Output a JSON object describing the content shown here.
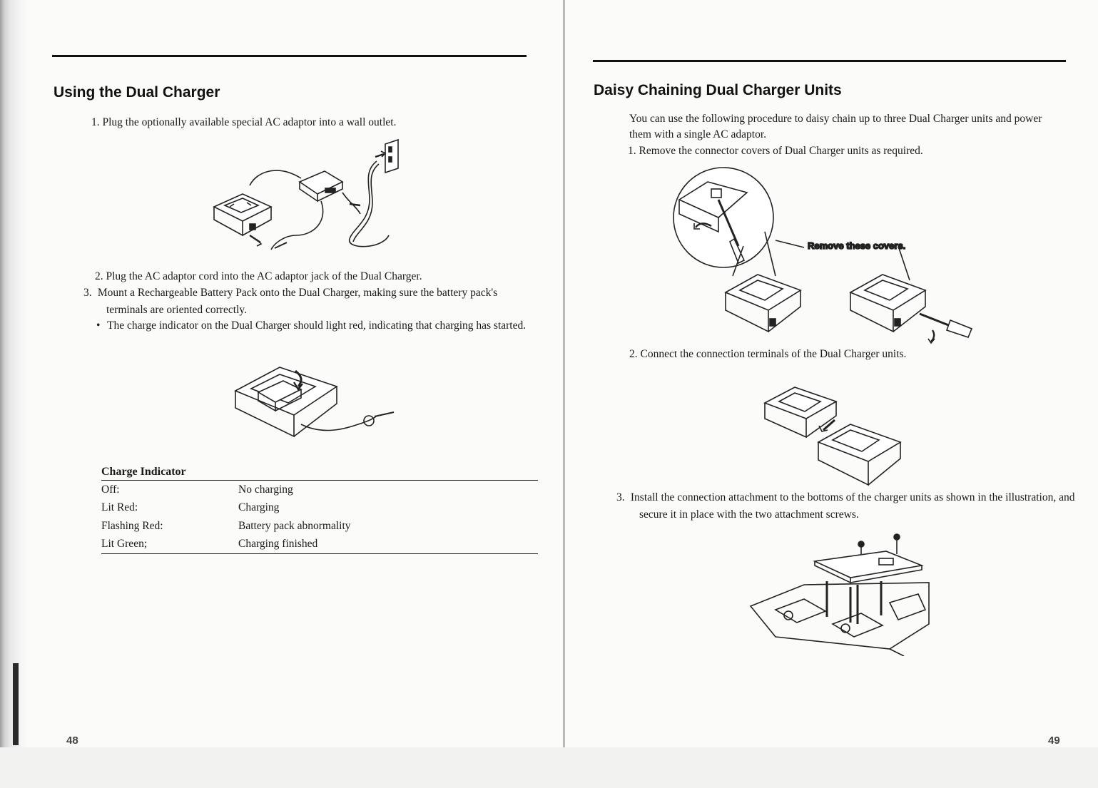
{
  "left_page": {
    "title": "Using the Dual Charger",
    "steps": [
      {
        "num": "1.",
        "text": "Plug the optionally available special AC adaptor into a wall outlet."
      },
      {
        "num": "2.",
        "text": "Plug the AC adaptor cord into the AC adaptor jack of the Dual Charger."
      },
      {
        "num": "3.",
        "text": "Mount a Rechargeable Battery Pack onto the Dual Charger, making sure the battery pack's terminals are oriented correctly."
      }
    ],
    "bullet": {
      "symbol": "•",
      "text": "The charge indicator on the Dual Charger should light red, indicating that charging has started."
    },
    "indicator": {
      "title": "Charge Indicator",
      "rows": [
        {
          "state": "Off:",
          "meaning": "No charging"
        },
        {
          "state": "Lit Red:",
          "meaning": "Charging"
        },
        {
          "state": "Flashing Red:",
          "meaning": "Battery pack abnormality"
        },
        {
          "state": "Lit Green;",
          "meaning": "Charging finished"
        }
      ]
    },
    "page_number": "48"
  },
  "right_page": {
    "title": "Daisy Chaining Dual Charger Units",
    "intro": "You can use the following procedure to daisy chain up to three Dual Charger units and power them with a single AC adaptor.",
    "steps": [
      {
        "num": "1.",
        "text": "Remove the connector covers of Dual Charger units as required."
      },
      {
        "num": "2.",
        "text": "Connect the connection terminals of the Dual Charger units."
      },
      {
        "num": "3.",
        "text": "Install the connection attachment to the bottoms of the charger units as shown in the illustration, and secure it in place with the two attachment screws."
      }
    ],
    "callout": "Remove these covers.",
    "page_number": "49"
  }
}
